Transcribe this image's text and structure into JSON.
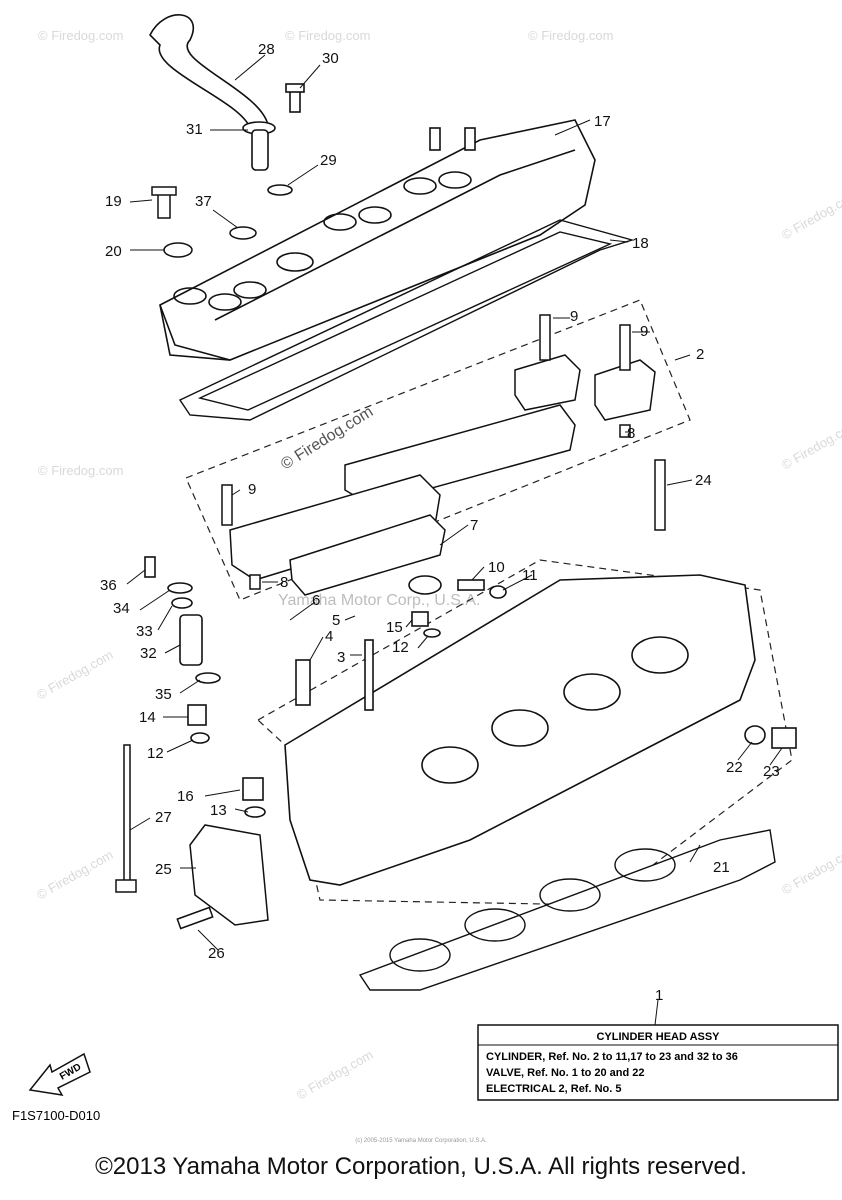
{
  "watermarks": {
    "site": "© Firedog.com",
    "center": "© Firedog.com",
    "maker": "Yamaha Motor Corp., U.S.A."
  },
  "callouts": {
    "c1": "1",
    "c2": "2",
    "c3": "3",
    "c4": "4",
    "c5": "5",
    "c6": "6",
    "c7": "7",
    "c8a": "8",
    "c8b": "8",
    "c9a": "9",
    "c9b": "9",
    "c9c": "9",
    "c10": "10",
    "c11": "11",
    "c12a": "12",
    "c12b": "12",
    "c13": "13",
    "c14": "14",
    "c15": "15",
    "c16": "16",
    "c17": "17",
    "c18": "18",
    "c19": "19",
    "c20": "20",
    "c21": "21",
    "c22": "22",
    "c23": "23",
    "c24": "24",
    "c25": "25",
    "c26": "26",
    "c27": "27",
    "c28": "28",
    "c29": "29",
    "c30": "30",
    "c31": "31",
    "c32": "32",
    "c33": "33",
    "c34": "34",
    "c35": "35",
    "c36": "36",
    "c37": "37"
  },
  "assy_box": {
    "title": "CYLINDER HEAD ASSY",
    "line1": "CYLINDER, Ref. No. 2 to 11,17 to 23 and 32 to 36",
    "line2": "VALVE, Ref. No. 1 to 20 and 22",
    "line3": "ELECTRICAL 2, Ref. No. 5"
  },
  "fwd_label": "FWD",
  "diagram_code": "F1S7100-D010",
  "tiny_credit": "(c) 2005-2015 Yamaha Motor Corporation, U.S.A.",
  "copyright": "©2013 Yamaha Motor Corporation, U.S.A. All rights reserved."
}
